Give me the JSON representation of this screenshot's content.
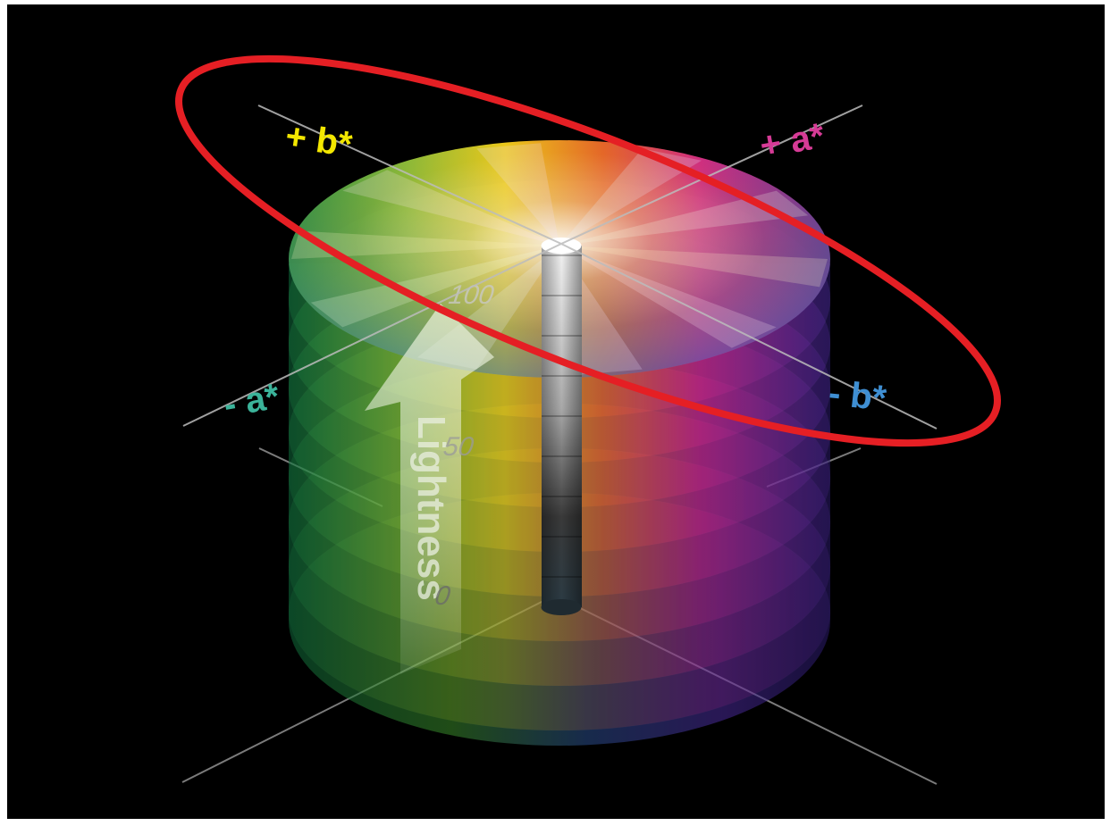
{
  "diagram": {
    "axes": {
      "plus_b": "+ b*",
      "plus_a": "+ a*",
      "minus_a": "- a*",
      "minus_b": "- b*"
    },
    "lightness_label": "Lightness",
    "scale_ticks": [
      "100",
      "50",
      "0"
    ],
    "colors": {
      "background": "#000000",
      "highlight_ellipse": "#e51f24",
      "plus_b": "#f3e700",
      "plus_a": "#d63b96",
      "minus_a": "#3bb39a",
      "minus_b": "#3f8fd3"
    }
  }
}
